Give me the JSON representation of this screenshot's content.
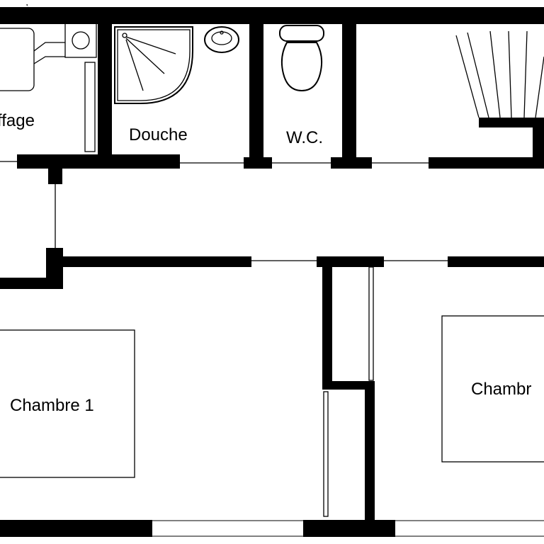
{
  "plan": {
    "rooms": [
      {
        "id": "chauffage",
        "label": "ffage"
      },
      {
        "id": "douche",
        "label": "Douche"
      },
      {
        "id": "wc",
        "label": "W.C."
      },
      {
        "id": "chambre1",
        "label": "Chambre 1"
      },
      {
        "id": "chambre2",
        "label": "Chambr"
      }
    ]
  }
}
